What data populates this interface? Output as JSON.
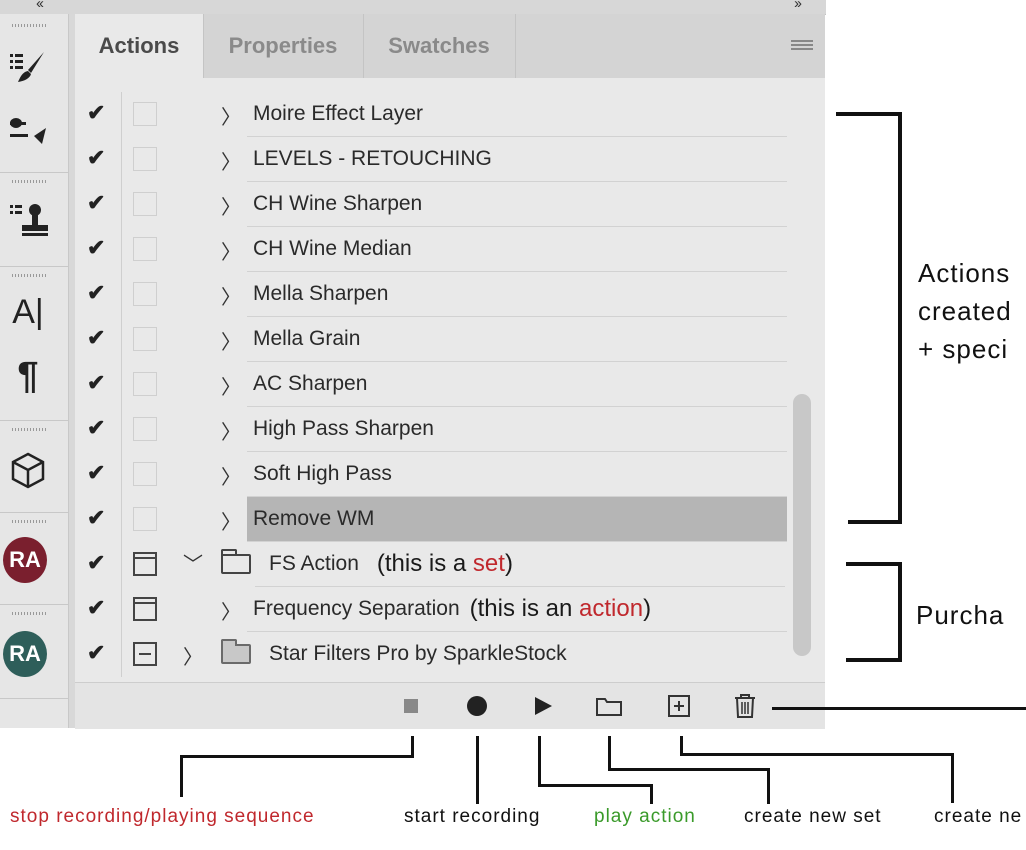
{
  "top_strip": {
    "left_chevron": "‹‹",
    "right_chevron": "››"
  },
  "tools": [
    {
      "icon": "brush-preset-icon"
    },
    {
      "icon": "brush-settings-icon"
    },
    {
      "icon": "clone-source-icon"
    },
    {
      "icon": "character-icon",
      "glyph": "A|"
    },
    {
      "icon": "paragraph-icon",
      "glyph": "¶"
    },
    {
      "icon": "3d-cube-icon"
    },
    {
      "icon": "avatar",
      "initials": "RA",
      "color": "#7a1f2e"
    },
    {
      "icon": "avatar",
      "initials": "RA",
      "color": "#2e5e5a"
    }
  ],
  "tabs": [
    {
      "label": "Actions",
      "active": true
    },
    {
      "label": "Properties",
      "active": false
    },
    {
      "label": "Swatches",
      "active": false
    }
  ],
  "actions": [
    {
      "label": "Moire Effect Layer",
      "checked": true
    },
    {
      "label": "LEVELS - RETOUCHING",
      "checked": true
    },
    {
      "label": "CH Wine Sharpen",
      "checked": true
    },
    {
      "label": "CH Wine Median",
      "checked": true
    },
    {
      "label": "Mella Sharpen",
      "checked": true
    },
    {
      "label": "Mella Grain",
      "checked": true
    },
    {
      "label": "AC Sharpen",
      "checked": true
    },
    {
      "label": "High Pass Sharpen",
      "checked": true
    },
    {
      "label": "Soft High Pass",
      "checked": true
    },
    {
      "label": "Remove WM",
      "checked": true,
      "selected": true
    }
  ],
  "set_row": {
    "label": "FS Action",
    "note_pre": "(this is a ",
    "note_key": "set",
    "note_post": ")"
  },
  "action_row": {
    "label": "Frequency Separation",
    "note_pre": "(this is an ",
    "note_key": "action",
    "note_post": ")"
  },
  "set2_row": {
    "label": "Star Filters Pro by SparkleStock"
  },
  "annotations": {
    "right_top_lines": [
      "Actions",
      "created",
      "+ speci"
    ],
    "right_mid": "Purcha"
  },
  "captions": [
    {
      "text": "stop recording/playing sequence",
      "color": "#c0282d"
    },
    {
      "text": "start recording",
      "color": "#111111"
    },
    {
      "text": "play action",
      "color": "#3a9a2a"
    },
    {
      "text": "create new set",
      "color": "#111111"
    },
    {
      "text": "create ne",
      "color": "#111111"
    }
  ]
}
